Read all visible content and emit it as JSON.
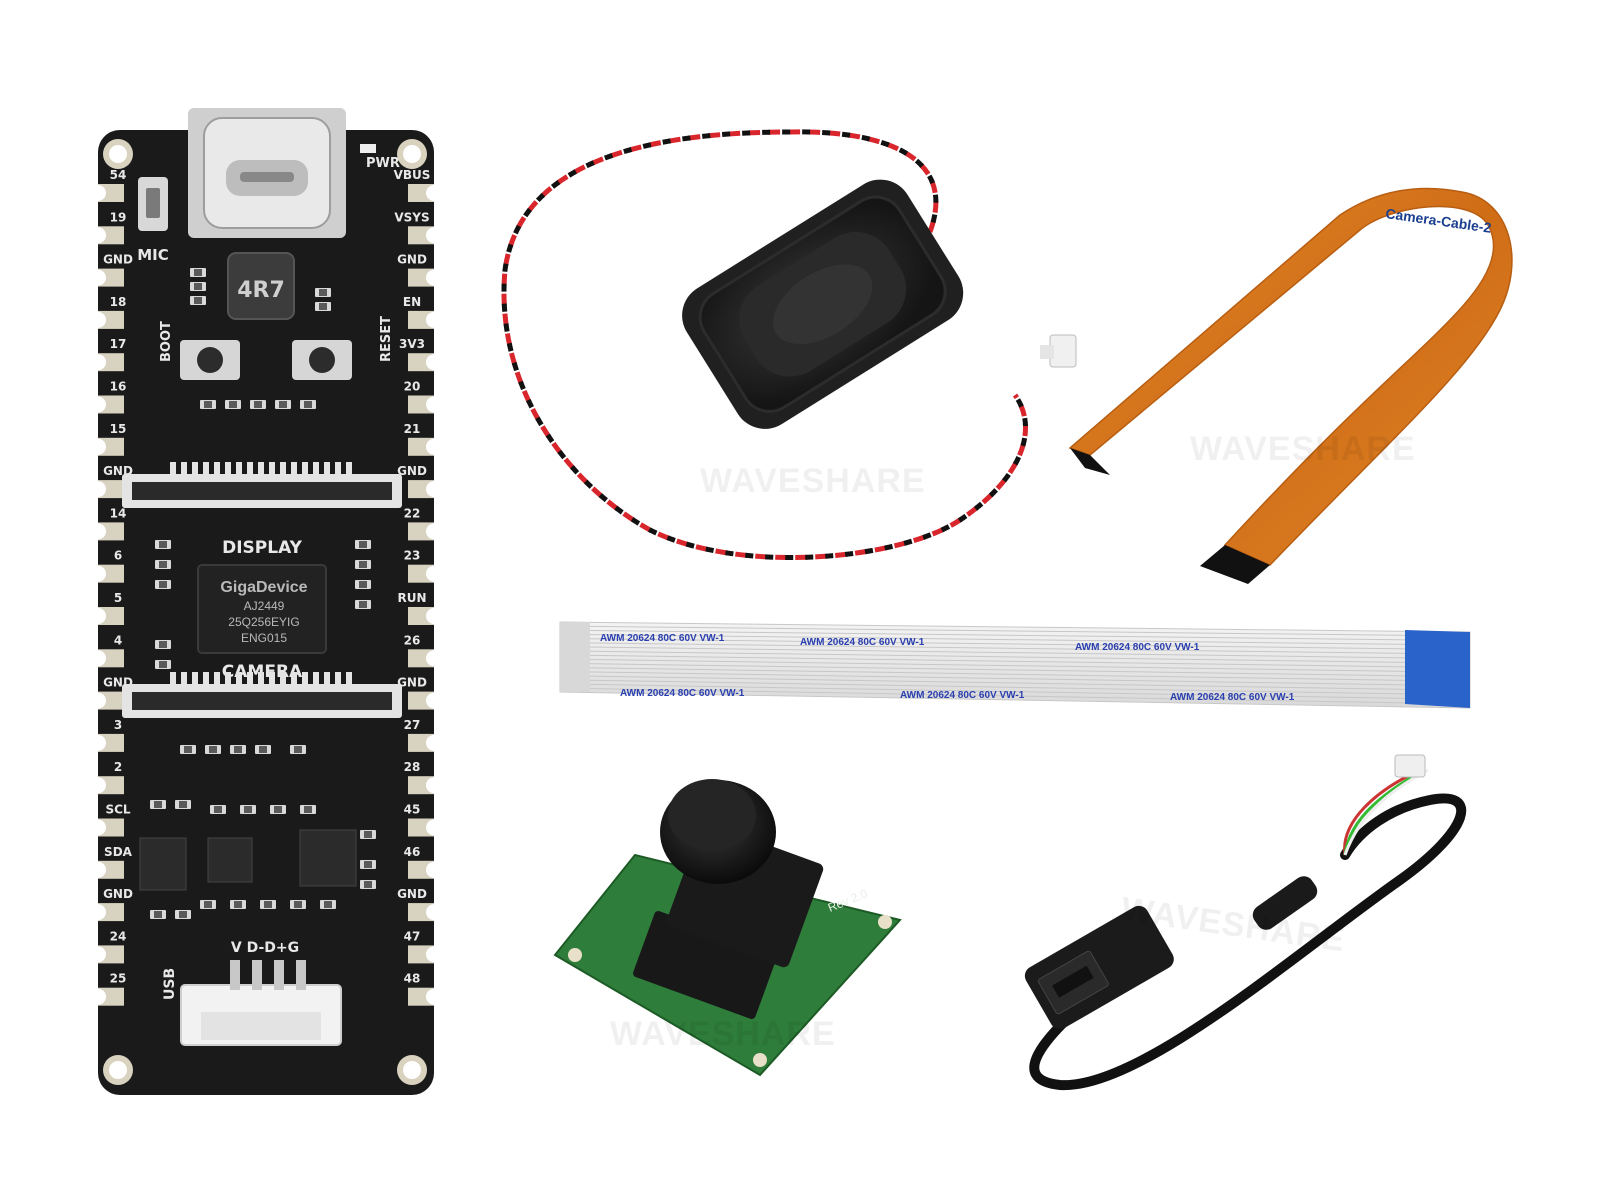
{
  "board": {
    "labels": {
      "pwr": "PWR",
      "vbus": "VBUS",
      "vsys": "VSYS",
      "mic": "MIC",
      "en": "EN",
      "v3v3": "3V3",
      "boot": "BOOT",
      "reset": "RESET",
      "display": "DISPLAY",
      "camera": "CAMERA",
      "run": "RUN",
      "scl": "SCL",
      "sda": "SDA",
      "usb": "USB",
      "vdg": "V D-D+G",
      "inductor": "4R7"
    },
    "chip_lines": [
      "GigaDevice",
      "AJ2449",
      "25Q256EYIG",
      "ENG015"
    ],
    "left_pins": [
      "54",
      "19",
      "GND",
      "18",
      "17",
      "16",
      "15",
      "GND",
      "14",
      "6",
      "5",
      "4",
      "GND",
      "3",
      "2",
      "SCL",
      "SDA",
      "GND",
      "24",
      "25"
    ],
    "right_pins": [
      "VBUS",
      "VSYS",
      "GND",
      "EN",
      "3V3",
      "20",
      "21",
      "GND",
      "22",
      "23",
      "RUN",
      "26",
      "GND",
      "27",
      "28",
      "45",
      "46",
      "GND",
      "47",
      "48"
    ]
  },
  "camera_cable_label": "Camera-Cable-2",
  "camera_board_label": "Rev 2.0",
  "ffc_text": "AWM  20624  80C  60V  VW-1",
  "watermark": "WAVESHARE",
  "colors": {
    "pcb_black": "#1a1a1a",
    "gold_pad": "#d8d2c0",
    "flex_orange": "#d9781f",
    "wire_red": "#d8262c",
    "ffc_blue": "#2a63c9",
    "camera_green": "#2e7d3a"
  }
}
